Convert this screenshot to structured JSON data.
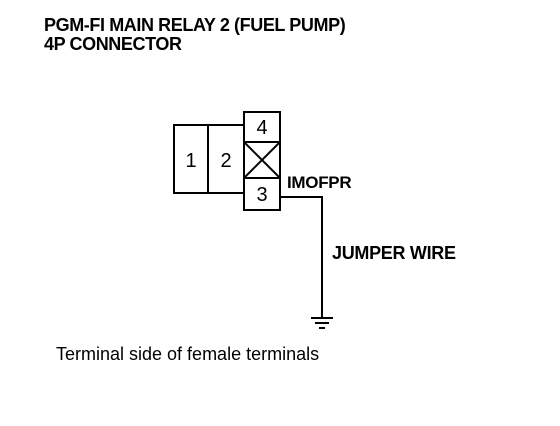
{
  "title": {
    "line1": "PGM-FI MAIN RELAY 2 (FUEL PUMP)",
    "line2": "4P CONNECTOR"
  },
  "connector": {
    "pins": [
      "1",
      "2",
      "4",
      "3"
    ]
  },
  "labels": {
    "terminal": "IMOFPR",
    "wire": "JUMPER WIRE"
  },
  "caption": "Terminal side of female terminals",
  "icons": [
    "ground-symbol-icon",
    "empty-cavity-x-icon"
  ],
  "colors": {
    "ink": "#000000",
    "background": "#ffffff"
  }
}
